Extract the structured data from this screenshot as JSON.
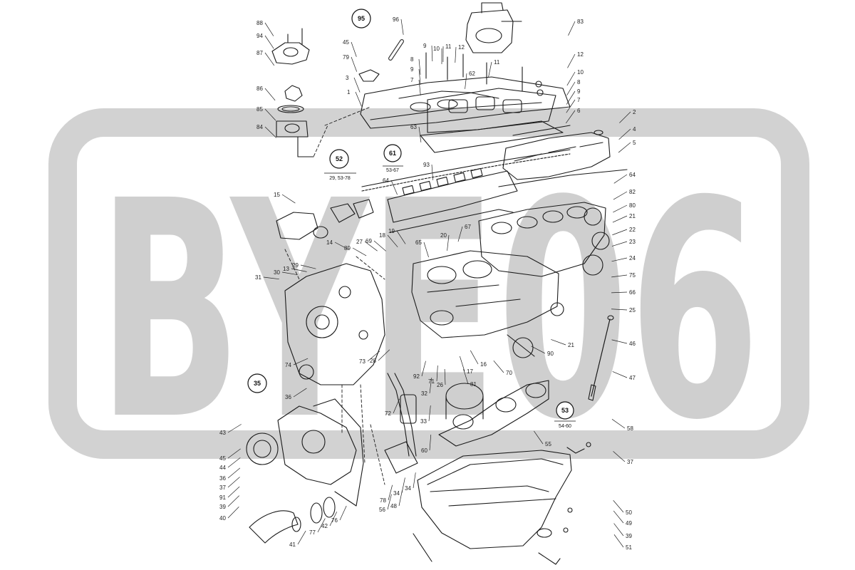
{
  "watermark": {
    "text": "BYE06",
    "color": "#cfcfcf"
  },
  "callouts": [
    {
      "id": "c95",
      "label": "95"
    },
    {
      "id": "c52",
      "label": "52",
      "ref": "29, 53-78"
    },
    {
      "id": "c61",
      "label": "61",
      "ref": "53-67"
    },
    {
      "id": "c35",
      "label": "35"
    },
    {
      "id": "c53",
      "label": "53",
      "ref": "54-60"
    }
  ],
  "numbers": [
    {
      "id": "n96",
      "text": "96"
    },
    {
      "id": "n83",
      "text": "83"
    },
    {
      "id": "n88",
      "text": "88"
    },
    {
      "id": "n94",
      "text": "94"
    },
    {
      "id": "n45a",
      "text": "45"
    },
    {
      "id": "n87",
      "text": "87"
    },
    {
      "id": "n79",
      "text": "79"
    },
    {
      "id": "n9a",
      "text": "9"
    },
    {
      "id": "n10a",
      "text": "10"
    },
    {
      "id": "n11a",
      "text": "11"
    },
    {
      "id": "n12a",
      "text": "12"
    },
    {
      "id": "n12b",
      "text": "12"
    },
    {
      "id": "n10b",
      "text": "10"
    },
    {
      "id": "n8a",
      "text": "8"
    },
    {
      "id": "n9b",
      "text": "9"
    },
    {
      "id": "n7a",
      "text": "7"
    },
    {
      "id": "n3",
      "text": "3"
    },
    {
      "id": "n1",
      "text": "1"
    },
    {
      "id": "n86",
      "text": "86"
    },
    {
      "id": "n85",
      "text": "85"
    },
    {
      "id": "n84",
      "text": "84"
    },
    {
      "id": "n62",
      "text": "62"
    },
    {
      "id": "n11b",
      "text": "11"
    },
    {
      "id": "n8b",
      "text": "8"
    },
    {
      "id": "n9c",
      "text": "9"
    },
    {
      "id": "n7b",
      "text": "7"
    },
    {
      "id": "n6",
      "text": "6"
    },
    {
      "id": "n2",
      "text": "2"
    },
    {
      "id": "n4",
      "text": "4"
    },
    {
      "id": "n5",
      "text": "5"
    },
    {
      "id": "n63",
      "text": "63"
    },
    {
      "id": "n93",
      "text": "93"
    },
    {
      "id": "n64a",
      "text": "64"
    },
    {
      "id": "n64b",
      "text": "64"
    },
    {
      "id": "n82",
      "text": "82"
    },
    {
      "id": "n80",
      "text": "80"
    },
    {
      "id": "n21a",
      "text": "21"
    },
    {
      "id": "n22",
      "text": "22"
    },
    {
      "id": "n23",
      "text": "23"
    },
    {
      "id": "n24",
      "text": "24"
    },
    {
      "id": "n75",
      "text": "75"
    },
    {
      "id": "n66",
      "text": "66"
    },
    {
      "id": "n25",
      "text": "25"
    },
    {
      "id": "n15",
      "text": "15"
    },
    {
      "id": "n27",
      "text": "27"
    },
    {
      "id": "n69",
      "text": "69"
    },
    {
      "id": "n14",
      "text": "14"
    },
    {
      "id": "n89",
      "text": "89"
    },
    {
      "id": "n19",
      "text": "19"
    },
    {
      "id": "n18",
      "text": "18"
    },
    {
      "id": "n65",
      "text": "65"
    },
    {
      "id": "n67",
      "text": "67"
    },
    {
      "id": "n20",
      "text": "20"
    },
    {
      "id": "n13",
      "text": "13"
    },
    {
      "id": "n29",
      "text": "29"
    },
    {
      "id": "n30",
      "text": "30"
    },
    {
      "id": "n31",
      "text": "31"
    },
    {
      "id": "n74",
      "text": "74"
    },
    {
      "id": "n73",
      "text": "73"
    },
    {
      "id": "n28",
      "text": "28"
    },
    {
      "id": "n92",
      "text": "92"
    },
    {
      "id": "n72",
      "text": "72"
    },
    {
      "id": "n71",
      "text": "71"
    },
    {
      "id": "n26",
      "text": "26"
    },
    {
      "id": "n17",
      "text": "17"
    },
    {
      "id": "n16",
      "text": "16"
    },
    {
      "id": "n70",
      "text": "70"
    },
    {
      "id": "n90",
      "text": "90"
    },
    {
      "id": "n21b",
      "text": "21"
    },
    {
      "id": "n46",
      "text": "46"
    },
    {
      "id": "n47",
      "text": "47"
    },
    {
      "id": "n32",
      "text": "32"
    },
    {
      "id": "n81",
      "text": "81"
    },
    {
      "id": "n33",
      "text": "33"
    },
    {
      "id": "n36",
      "text": "36"
    },
    {
      "id": "n43",
      "text": "43"
    },
    {
      "id": "n45b",
      "text": "45"
    },
    {
      "id": "n44",
      "text": "44"
    },
    {
      "id": "n36b",
      "text": "36"
    },
    {
      "id": "n37a",
      "text": "37"
    },
    {
      "id": "n91",
      "text": "91"
    },
    {
      "id": "n39a",
      "text": "39"
    },
    {
      "id": "n40",
      "text": "40"
    },
    {
      "id": "n41",
      "text": "41"
    },
    {
      "id": "n77",
      "text": "77"
    },
    {
      "id": "n42",
      "text": "42"
    },
    {
      "id": "n76",
      "text": "76"
    },
    {
      "id": "n78",
      "text": "78"
    },
    {
      "id": "n34a",
      "text": "34"
    },
    {
      "id": "n34b",
      "text": "34"
    },
    {
      "id": "n60",
      "text": "60"
    },
    {
      "id": "n55",
      "text": "55"
    },
    {
      "id": "n58",
      "text": "58"
    },
    {
      "id": "n37b",
      "text": "37"
    },
    {
      "id": "n56",
      "text": "56"
    },
    {
      "id": "n48",
      "text": "48"
    },
    {
      "id": "n50",
      "text": "50"
    },
    {
      "id": "n49",
      "text": "49"
    },
    {
      "id": "n39b",
      "text": "39"
    },
    {
      "id": "n51",
      "text": "51"
    }
  ]
}
